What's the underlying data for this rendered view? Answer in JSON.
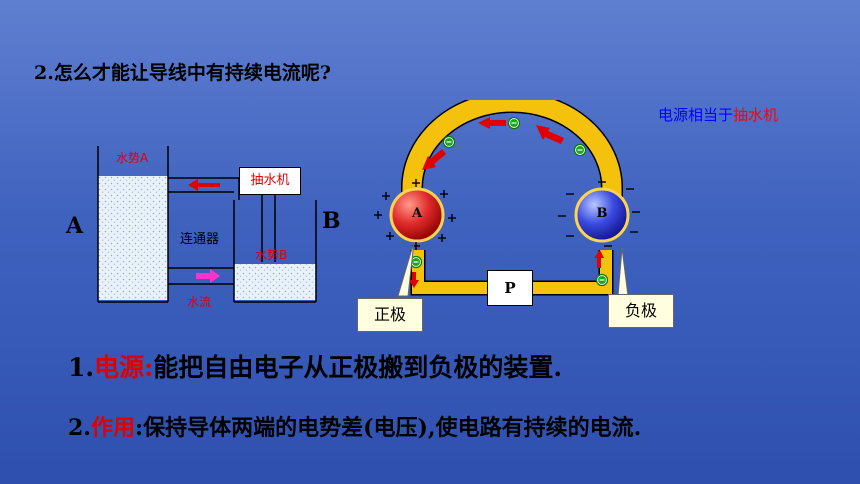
{
  "question": "2.怎么才能让导线中有持续电流呢?",
  "analogy": {
    "part1": "电源相当于",
    "part2": "抽水机"
  },
  "water": {
    "label_A": "A",
    "tank_a_label": "水势A",
    "pump_label": "抽水机",
    "connector_label": "连通器",
    "tank_b_label": "水势B",
    "flow_label": "水流"
  },
  "circuit": {
    "label_B": "B",
    "sphere_a": "A",
    "sphere_b": "B",
    "load_label": "P",
    "positive_callout": "正极",
    "negative_callout": "负极"
  },
  "statement1": {
    "number": "1.",
    "term": "电源:",
    "text": "能把自由电子从正极搬到负极的装置."
  },
  "statement2": {
    "number": "2.",
    "term": "作用",
    "text": ":保持导体两端的电势差(电压),使电路有持续的电流."
  },
  "colors": {
    "background": "#3f62bf",
    "wire": "#f4c20d",
    "sphere_a": "#d92020",
    "sphere_b": "#2a2ad6",
    "arrow": "#e00000"
  }
}
